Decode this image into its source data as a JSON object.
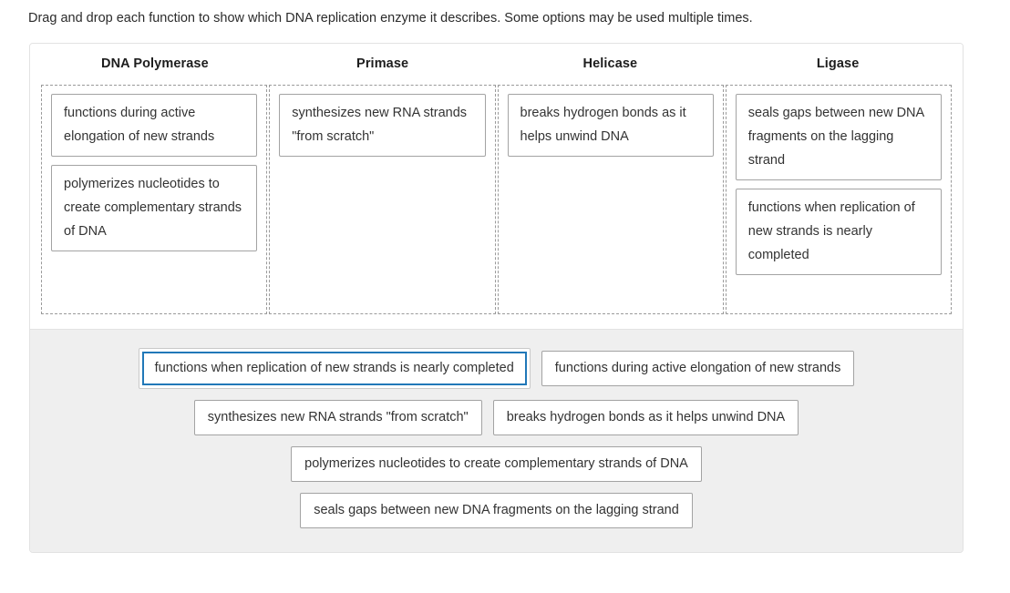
{
  "prompt": "Drag and drop each function to show which DNA replication enzyme it describes. Some options may be used multiple times.",
  "colors": {
    "accent": "#2178b8",
    "card_border": "#a3a3a3",
    "zone_border": "#9a9a9a",
    "bank_background": "#efefef",
    "text": "#333333"
  },
  "columns": [
    {
      "header": "DNA Polymerase",
      "cards": [
        "functions during active elongation of new strands",
        "polymerizes nucleotides to create complementary strands of DNA"
      ]
    },
    {
      "header": "Primase",
      "cards": [
        "synthesizes new RNA strands \"from scratch\""
      ]
    },
    {
      "header": "Helicase",
      "cards": [
        "breaks hydrogen bonds as it helps unwind DNA"
      ]
    },
    {
      "header": "Ligase",
      "cards": [
        "seals gaps between new DNA fragments on the lagging strand",
        "functions when replication of new strands is nearly completed"
      ]
    }
  ],
  "bank": {
    "rows": [
      [
        {
          "label": "functions when replication of new strands is nearly completed",
          "selected": true
        },
        {
          "label": "functions during active elongation of new strands",
          "selected": false
        }
      ],
      [
        {
          "label": "synthesizes new RNA strands \"from scratch\"",
          "selected": false
        },
        {
          "label": "breaks hydrogen bonds as it helps unwind DNA",
          "selected": false
        }
      ],
      [
        {
          "label": "polymerizes nucleotides to create complementary strands of DNA",
          "selected": false
        }
      ],
      [
        {
          "label": "seals gaps between new DNA fragments on the lagging strand",
          "selected": false
        }
      ]
    ]
  }
}
